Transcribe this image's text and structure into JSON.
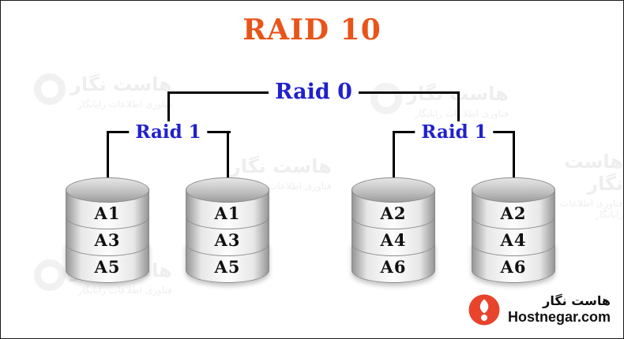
{
  "title": "RAID 10",
  "tree": {
    "root": "Raid 0",
    "left_group": "Raid 1",
    "right_group": "Raid 1"
  },
  "disks": [
    {
      "blocks": [
        "A1",
        "A3",
        "A5"
      ]
    },
    {
      "blocks": [
        "A1",
        "A3",
        "A5"
      ]
    },
    {
      "blocks": [
        "A2",
        "A4",
        "A6"
      ]
    },
    {
      "blocks": [
        "A2",
        "A4",
        "A6"
      ]
    }
  ],
  "watermark": {
    "line1": "هاست نگار",
    "line2": "فناوری اطلاعات رایانگار"
  },
  "branding": {
    "brand_fa": "هاست نگار",
    "brand_url": "Hostnegar.com"
  },
  "colors": {
    "title": "#E8541A",
    "raid_label": "#2121CE",
    "line": "#000000",
    "logo": "#E8432C",
    "disk_border": "#8A8A8A"
  }
}
